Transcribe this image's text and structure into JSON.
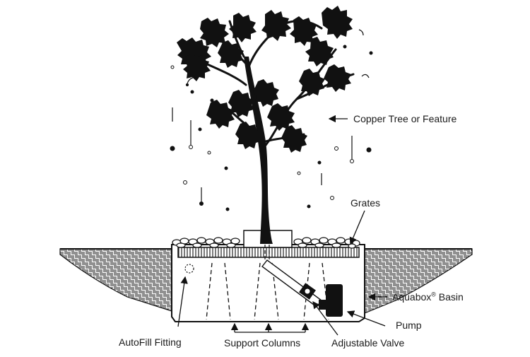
{
  "labels": {
    "copper_tree": "Copper Tree or Feature",
    "grates": "Grates",
    "aquabox_name": "Aquabox",
    "aquabox_reg": "®",
    "aquabox_rest": " Basin",
    "pump": "Pump",
    "autofill": "AutoFill Fitting",
    "support_columns": "Support Columns",
    "adjustable_valve": "Adjustable Valve"
  },
  "colors": {
    "line": "#111111",
    "background": "#ffffff",
    "hatch": "#222222"
  },
  "icons": {
    "arrow": "arrow-icon"
  }
}
